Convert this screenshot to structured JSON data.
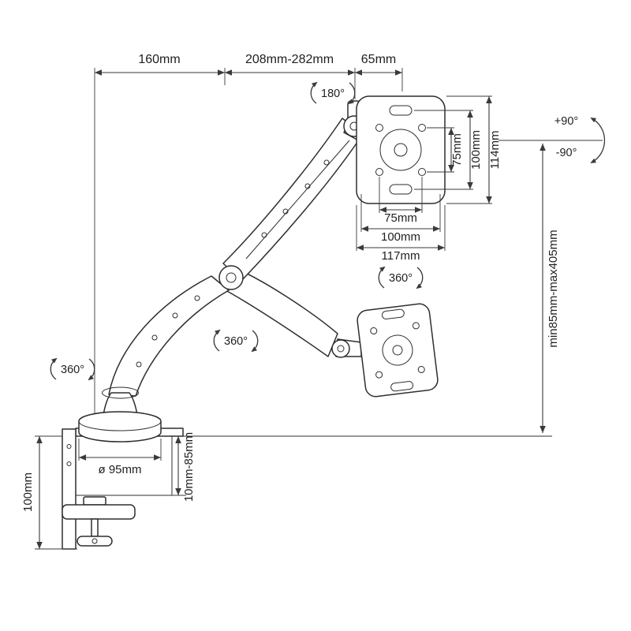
{
  "colors": {
    "line": "#2e2e2e",
    "dim": "#3a3a3a",
    "text": "#1f1f1f"
  },
  "diagram": {
    "dims": {
      "top_left": "160mm",
      "top_mid": "208mm-282mm",
      "top_right": "65mm",
      "vesa_v75": "75mm",
      "vesa_v100": "100mm",
      "vesa_v114": "114mm",
      "vesa_h75": "75mm",
      "vesa_h100": "100mm",
      "vesa_h117": "117mm",
      "height_range": "min85mm-max405mm",
      "clamp_height": "100mm",
      "base_dia": "ø 95mm",
      "desk_range": "10mm-85mm"
    },
    "rot": {
      "r180": "180°",
      "r360_head": "360°",
      "r360_mid": "360°",
      "r360_base": "360°",
      "tilt_up": "+90°",
      "tilt_down": "-90°"
    }
  }
}
